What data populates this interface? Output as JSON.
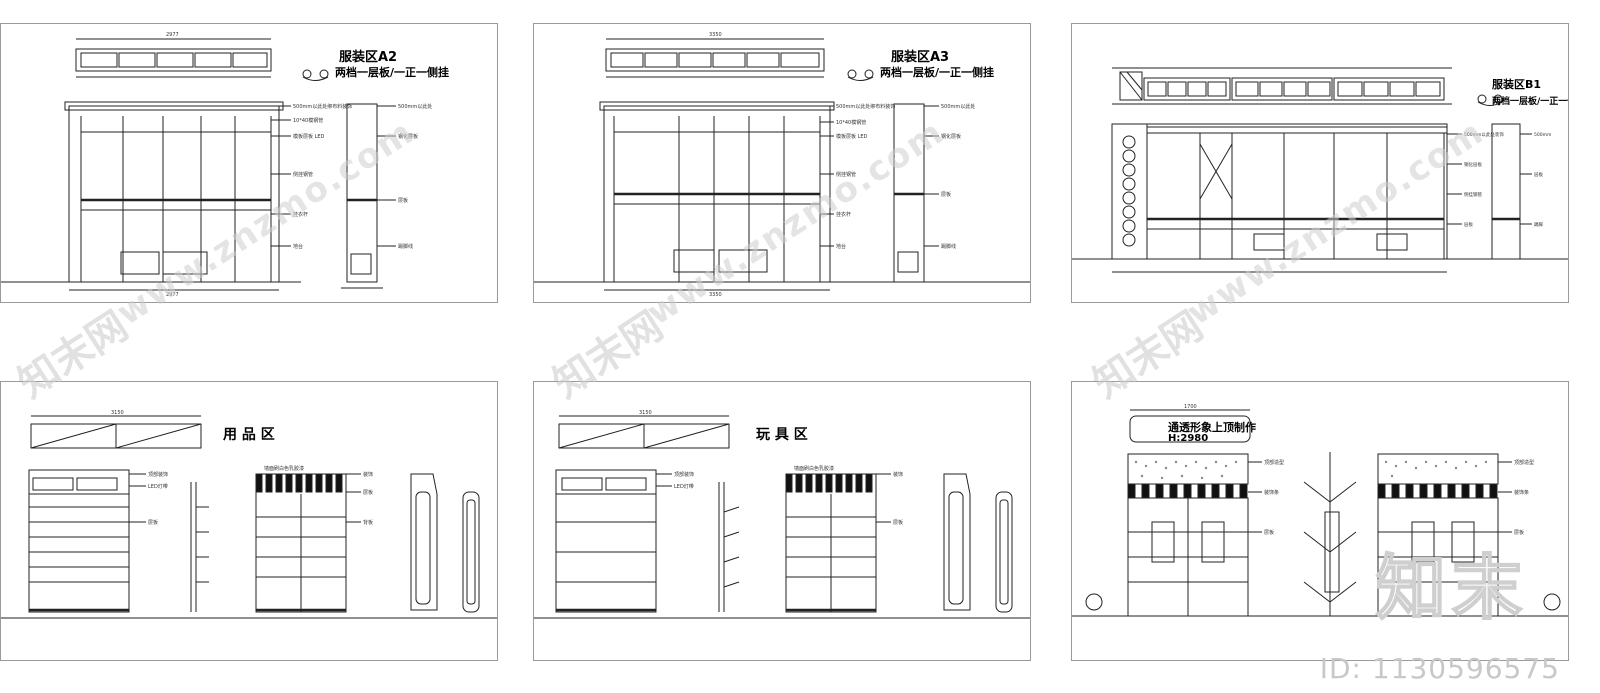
{
  "panels": [
    {
      "id": "a2",
      "title": "服装区A2",
      "subtitle": "两档一层板/一正一侧挂"
    },
    {
      "id": "a3",
      "title": "服装区A3",
      "subtitle": "两档一层板/一正一侧挂"
    },
    {
      "id": "b1",
      "title": "服装区B1",
      "subtitle": "两档一层板/一正一侧挂"
    },
    {
      "id": "yp",
      "title": "用 品 区",
      "subtitle": ""
    },
    {
      "id": "wj",
      "title": "玩 具 区",
      "subtitle": ""
    },
    {
      "id": "tt",
      "title": "通透形象上顶制作",
      "subtitle": "H:2980"
    }
  ],
  "dimensions": {
    "a2_top": "2977",
    "a2_bottom": "2977",
    "a3_top": "3350",
    "a3_bottom": "3350",
    "yp_top": "3150",
    "wj_top": "3150",
    "tt_top": "1700"
  },
  "watermark": {
    "url": "www.znzmo.com",
    "brand": "知末网",
    "logo": "知末",
    "id_text": "ID: 1130596575"
  },
  "colors": {
    "line": "#222222",
    "frame": "#9a9a9a",
    "watermark": "#cfcfcf"
  }
}
